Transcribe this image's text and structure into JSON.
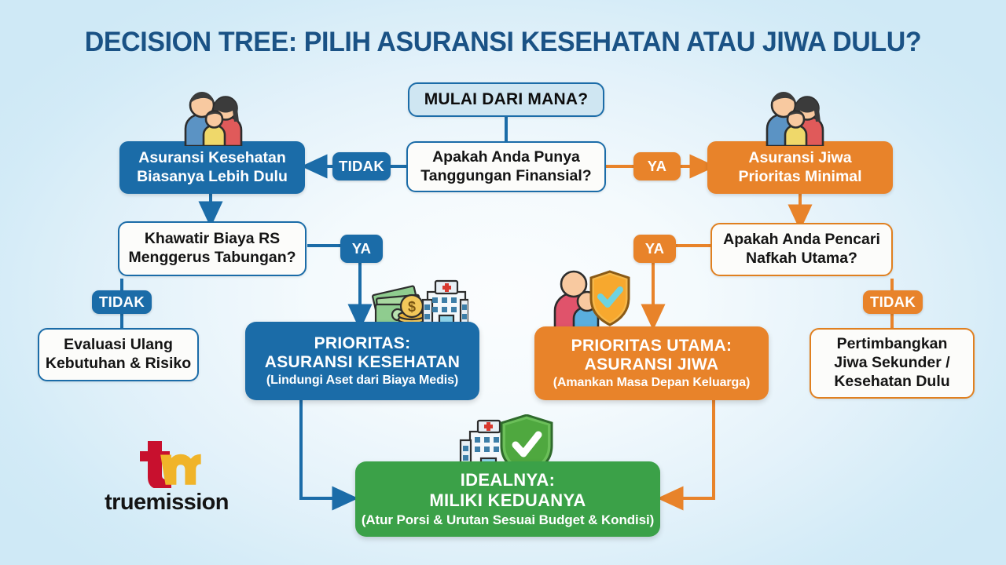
{
  "page": {
    "title": "DECISION TREE: PILIH ASURANSI KESEHATAN ATAU JIWA DULU?",
    "accent_blue": "#1b6ca8",
    "accent_orange": "#e8832a",
    "accent_green": "#3ba148",
    "background": "#d3ebf7",
    "title_color": "#1a5285"
  },
  "nodes": {
    "start": {
      "label": "MULAI DARI MANA?"
    },
    "root_question": {
      "line1": "Apakah Anda Punya",
      "line2": "Tanggungan Finansial?"
    },
    "left_action": {
      "line1": "Asuransi Kesehatan",
      "line2": "Biasanya Lebih Dulu"
    },
    "left_question": {
      "line1": "Khawatir Biaya RS",
      "line2": "Menggerus Tabungan?"
    },
    "left_outcome": {
      "line1": "Evaluasi Ulang",
      "line2": "Kebutuhan & Risiko"
    },
    "right_action": {
      "line1": "Asuransi Jiwa",
      "line2": "Prioritas Minimal"
    },
    "right_question": {
      "line1": "Apakah Anda Pencari",
      "line2": "Nafkah Utama?"
    },
    "right_outcome": {
      "line1": "Pertimbangkan",
      "line2": "Jiwa Sekunder /",
      "line3": "Kesehatan Dulu"
    }
  },
  "cards": {
    "health": {
      "line1": "PRIORITAS:",
      "line2": "ASURANSI KESEHATAN",
      "sub": "(Lindungi Aset dari Biaya Medis)",
      "color": "#1b6ca8"
    },
    "life": {
      "line1": "PRIORITAS UTAMA:",
      "line2": "ASURANSI JIWA",
      "sub": "(Amankan Masa Depan Keluarga)",
      "color": "#e8832a"
    },
    "ideal": {
      "line1": "IDEALNYA:",
      "line2": "MILIKI KEDUANYA",
      "sub": "(Atur Porsi & Urutan Sesuai Budget & Kondisi)",
      "color": "#3ba148"
    }
  },
  "edge_labels": {
    "root_no": "TIDAK",
    "root_yes": "YA",
    "left_yes": "YA",
    "left_no": "TIDAK",
    "right_yes": "YA",
    "right_no": "TIDAK"
  },
  "logo": {
    "wordmark": "truemission",
    "mark_t": "t",
    "mark_m": "m",
    "t_color": "#c8102e",
    "m_color": "#f0b429"
  },
  "icons": {
    "family_left": "family-icon",
    "family_right": "family-icon",
    "money_hospital": "money-and-hospital-icon",
    "family_shield": "family-shield-icon",
    "hospital_shield": "hospital-shield-icon"
  }
}
